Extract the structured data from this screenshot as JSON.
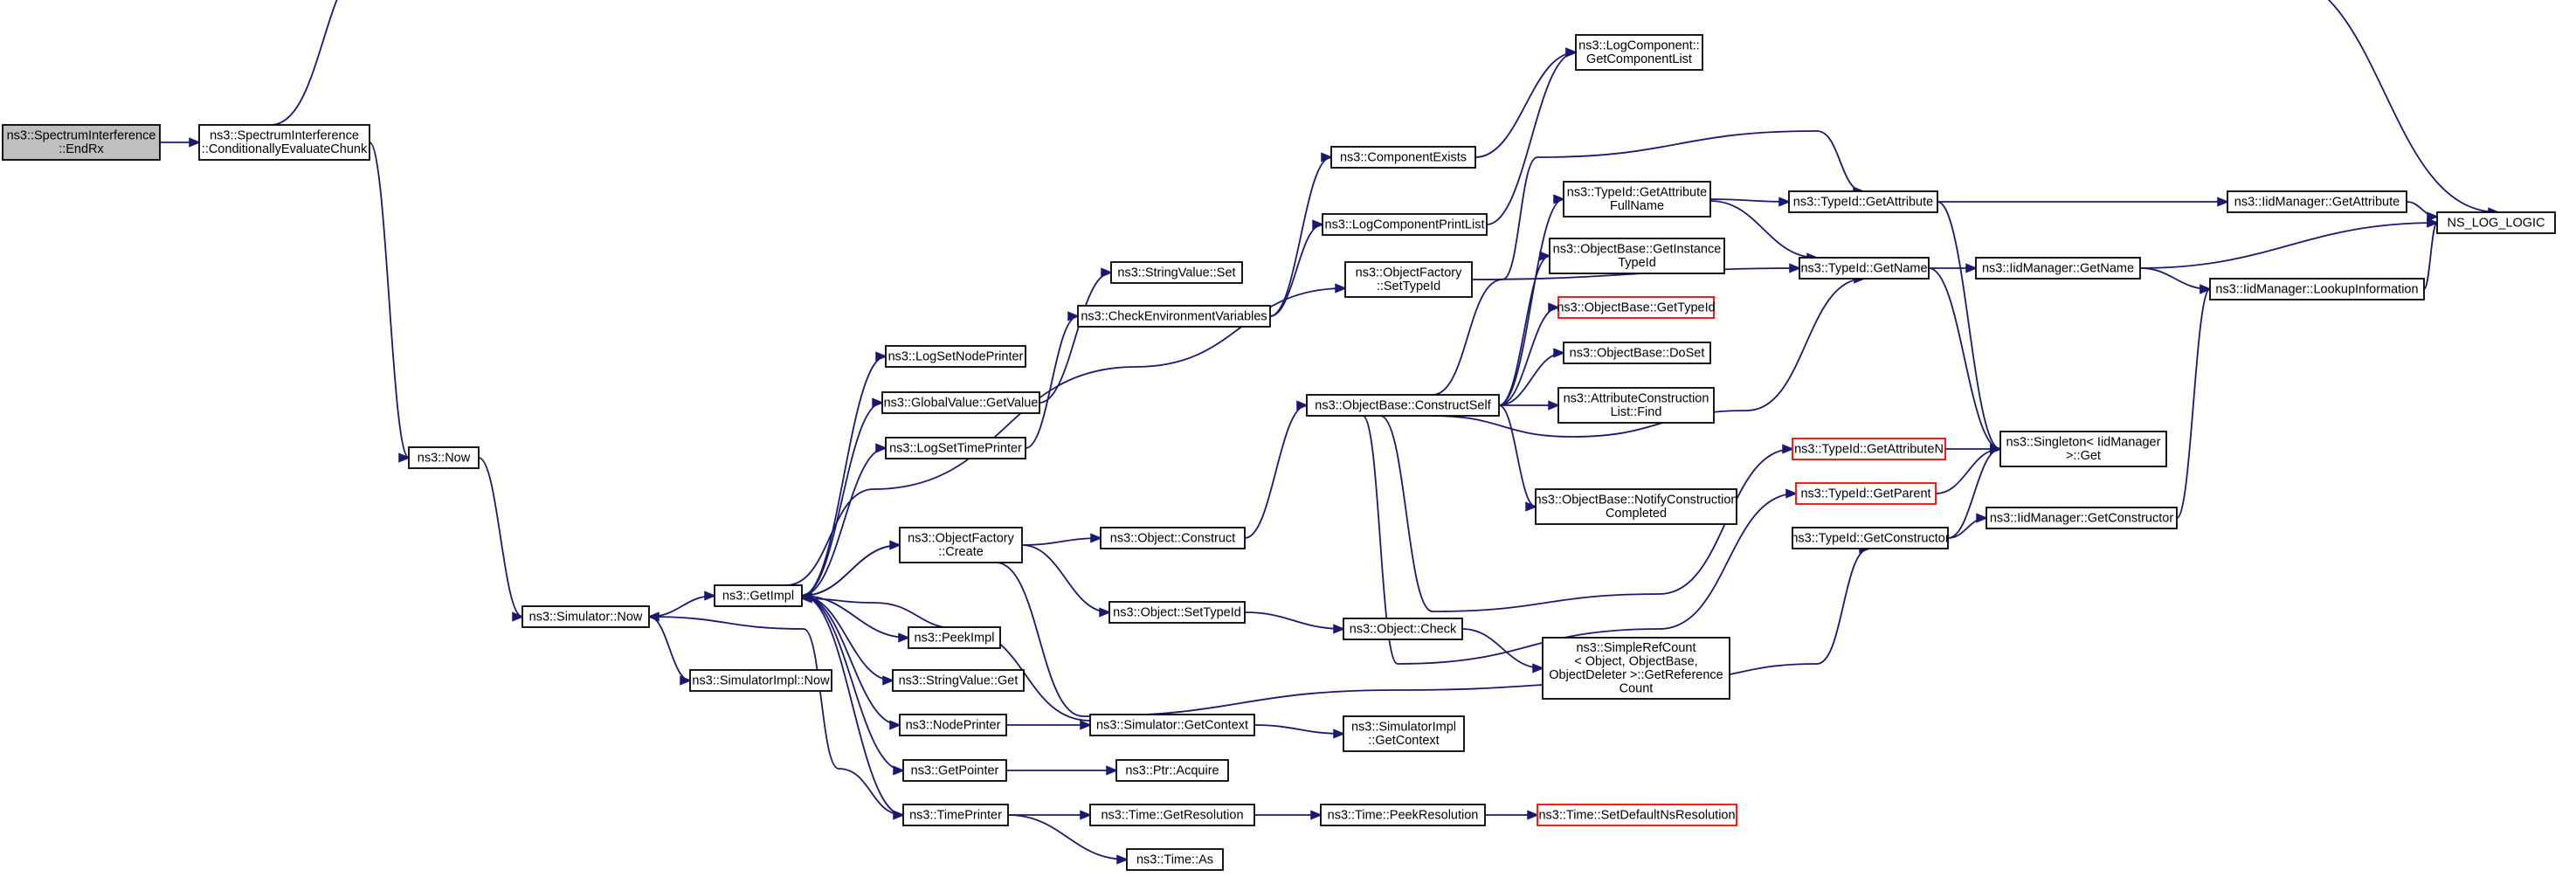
{
  "colors": {
    "root_fill": "#bfbfbf",
    "node_fill": "#ffffff",
    "node_border": "#000000",
    "truncated_border": "#ff0000",
    "edge": "#191970"
  },
  "nodes": [
    {
      "id": "endrx",
      "lines": [
        "ns3::SpectrumInterference",
        "::EndRx"
      ],
      "style": "root"
    },
    {
      "id": "cond",
      "lines": [
        "ns3::SpectrumInterference",
        "::ConditionallyEvaluateChunk"
      ],
      "style": "normal"
    },
    {
      "id": "now",
      "lines": [
        "ns3::Now"
      ],
      "style": "normal"
    },
    {
      "id": "simnow",
      "lines": [
        "ns3::Simulator::Now"
      ],
      "style": "normal"
    },
    {
      "id": "simimplnow",
      "lines": [
        "ns3::SimulatorImpl::Now"
      ],
      "style": "normal"
    },
    {
      "id": "getimpl",
      "lines": [
        "ns3::GetImpl"
      ],
      "style": "normal"
    },
    {
      "id": "logsetnodeprinter",
      "lines": [
        "ns3::LogSetNodePrinter"
      ],
      "style": "normal"
    },
    {
      "id": "globalvalue",
      "lines": [
        "ns3::GlobalValue::GetValue"
      ],
      "style": "normal"
    },
    {
      "id": "logsettimeprinter",
      "lines": [
        "ns3::LogSetTimePrinter"
      ],
      "style": "normal"
    },
    {
      "id": "objfactorycreate",
      "lines": [
        "ns3::ObjectFactory",
        "::Create"
      ],
      "style": "normal"
    },
    {
      "id": "peekimpl",
      "lines": [
        "ns3::PeekImpl"
      ],
      "style": "normal"
    },
    {
      "id": "stringvalueget",
      "lines": [
        "ns3::StringValue::Get"
      ],
      "style": "normal"
    },
    {
      "id": "nodeprinter",
      "lines": [
        "ns3::NodePrinter"
      ],
      "style": "normal"
    },
    {
      "id": "getpointer",
      "lines": [
        "ns3::GetPointer"
      ],
      "style": "normal"
    },
    {
      "id": "timeprinter",
      "lines": [
        "ns3::TimePrinter"
      ],
      "style": "normal"
    },
    {
      "id": "stringvalueset",
      "lines": [
        "ns3::StringValue::Set"
      ],
      "style": "normal"
    },
    {
      "id": "checkenv",
      "lines": [
        "ns3::CheckEnvironmentVariables"
      ],
      "style": "normal"
    },
    {
      "id": "objfactorysettypeid",
      "lines": [
        "ns3::ObjectFactory",
        "::SetTypeId"
      ],
      "style": "normal"
    },
    {
      "id": "objectconstruct",
      "lines": [
        "ns3::Object::Construct"
      ],
      "style": "normal"
    },
    {
      "id": "objectsettypeid",
      "lines": [
        "ns3::Object::SetTypeId"
      ],
      "style": "normal"
    },
    {
      "id": "simgetcontext",
      "lines": [
        "ns3::Simulator::GetContext"
      ],
      "style": "normal"
    },
    {
      "id": "ptracquire",
      "lines": [
        "ns3::Ptr::Acquire"
      ],
      "style": "normal"
    },
    {
      "id": "timegetres",
      "lines": [
        "ns3::Time::GetResolution"
      ],
      "style": "normal"
    },
    {
      "id": "timeas",
      "lines": [
        "ns3::Time::As"
      ],
      "style": "normal"
    },
    {
      "id": "componentexists",
      "lines": [
        "ns3::ComponentExists"
      ],
      "style": "normal"
    },
    {
      "id": "logcompprintlist",
      "lines": [
        "ns3::LogComponentPrintList"
      ],
      "style": "normal"
    },
    {
      "id": "logcompgetlist",
      "lines": [
        "ns3::LogComponent::",
        "GetComponentList"
      ],
      "style": "normal"
    },
    {
      "id": "constructself",
      "lines": [
        "ns3::ObjectBase::ConstructSelf"
      ],
      "style": "normal"
    },
    {
      "id": "objectcheck",
      "lines": [
        "ns3::Object::Check"
      ],
      "style": "normal"
    },
    {
      "id": "simimplgetcontext",
      "lines": [
        "ns3::SimulatorImpl",
        "::GetContext"
      ],
      "style": "normal"
    },
    {
      "id": "timepeekres",
      "lines": [
        "ns3::Time::PeekResolution"
      ],
      "style": "normal"
    },
    {
      "id": "typeidgetattrfull",
      "lines": [
        "ns3::TypeId::GetAttribute",
        "FullName"
      ],
      "style": "normal"
    },
    {
      "id": "objbasegetinstance",
      "lines": [
        "ns3::ObjectBase::GetInstance",
        "TypeId"
      ],
      "style": "normal"
    },
    {
      "id": "objbasegettypeid",
      "lines": [
        "ns3::ObjectBase::GetTypeId"
      ],
      "style": "truncated"
    },
    {
      "id": "objbasedoset",
      "lines": [
        "ns3::ObjectBase::DoSet"
      ],
      "style": "normal"
    },
    {
      "id": "attrconstrfind",
      "lines": [
        "ns3::AttributeConstruction",
        "List::Find"
      ],
      "style": "normal"
    },
    {
      "id": "objbasenotify",
      "lines": [
        "ns3::ObjectBase::NotifyConstruction",
        "Completed"
      ],
      "style": "normal"
    },
    {
      "id": "simplerefcount",
      "lines": [
        "ns3::SimpleRefCount",
        "< Object, ObjectBase,",
        "ObjectDeleter >::GetReference",
        "Count"
      ],
      "style": "normal"
    },
    {
      "id": "setdefaultns",
      "lines": [
        "ns3::Time::SetDefaultNsResolution"
      ],
      "style": "truncated"
    },
    {
      "id": "typeidgetattr",
      "lines": [
        "ns3::TypeId::GetAttribute"
      ],
      "style": "normal"
    },
    {
      "id": "typeidgetname",
      "lines": [
        "ns3::TypeId::GetName"
      ],
      "style": "normal"
    },
    {
      "id": "typeidgetattrn",
      "lines": [
        "ns3::TypeId::GetAttributeN"
      ],
      "style": "truncated"
    },
    {
      "id": "typeidgetparent",
      "lines": [
        "ns3::TypeId::GetParent"
      ],
      "style": "truncated"
    },
    {
      "id": "typeidgetconstructor",
      "lines": [
        "ns3::TypeId::GetConstructor"
      ],
      "style": "normal"
    },
    {
      "id": "singletonget",
      "lines": [
        "ns3::Singleton< IidManager",
        " >::Get"
      ],
      "style": "normal"
    },
    {
      "id": "iidgetattr",
      "lines": [
        "ns3::IidManager::GetAttribute"
      ],
      "style": "normal"
    },
    {
      "id": "iidgetname",
      "lines": [
        "ns3::IidManager::GetName"
      ],
      "style": "normal"
    },
    {
      "id": "iidlookup",
      "lines": [
        "ns3::IidManager::LookupInformation"
      ],
      "style": "normal"
    },
    {
      "id": "iidgetconstructor",
      "lines": [
        "ns3::IidManager::GetConstructor"
      ],
      "style": "normal"
    },
    {
      "id": "nslog",
      "lines": [
        "NS_LOG_LOGIC"
      ],
      "style": "normal"
    }
  ],
  "edges": [
    [
      "endrx",
      "cond"
    ],
    [
      "cond",
      "nslog"
    ],
    [
      "cond",
      "now"
    ],
    [
      "now",
      "simnow"
    ],
    [
      "simnow",
      "getimpl"
    ],
    [
      "simnow",
      "simimplnow"
    ],
    [
      "getimpl",
      "logsetnodeprinter"
    ],
    [
      "getimpl",
      "globalvalue"
    ],
    [
      "getimpl",
      "logsettimeprinter"
    ],
    [
      "getimpl",
      "objfactorysettypeid"
    ],
    [
      "getimpl",
      "objfactorycreate"
    ],
    [
      "getimpl",
      "peekimpl"
    ],
    [
      "getimpl",
      "stringvalueget"
    ],
    [
      "getimpl",
      "nodeprinter"
    ],
    [
      "getimpl",
      "getpointer"
    ],
    [
      "getimpl",
      "timeprinter"
    ],
    [
      "globalvalue",
      "stringvalueset"
    ],
    [
      "logsettimeprinter",
      "checkenv"
    ],
    [
      "checkenv",
      "componentexists"
    ],
    [
      "checkenv",
      "logcompprintlist"
    ],
    [
      "componentexists",
      "logcompgetlist"
    ],
    [
      "logcompprintlist",
      "logcompgetlist"
    ],
    [
      "objfactorysettypeid",
      "typeidgetname"
    ],
    [
      "objfactorycreate",
      "getimpl"
    ],
    [
      "objfactorycreate",
      "objectconstruct"
    ],
    [
      "objfactorycreate",
      "objectsettypeid"
    ],
    [
      "objfactorycreate",
      "typeidgetconstructor"
    ],
    [
      "objectconstruct",
      "constructself"
    ],
    [
      "objectsettypeid",
      "objectcheck"
    ],
    [
      "objectcheck",
      "simplerefcount"
    ],
    [
      "nodeprinter",
      "simgetcontext"
    ],
    [
      "simgetcontext",
      "getimpl"
    ],
    [
      "simgetcontext",
      "simimplgetcontext"
    ],
    [
      "getpointer",
      "ptracquire"
    ],
    [
      "timeprinter",
      "simnow"
    ],
    [
      "timeprinter",
      "timegetres"
    ],
    [
      "timeprinter",
      "timeas"
    ],
    [
      "timegetres",
      "timepeekres"
    ],
    [
      "timepeekres",
      "setdefaultns"
    ],
    [
      "constructself",
      "typeidgetattrfull"
    ],
    [
      "constructself",
      "objbasegetinstance"
    ],
    [
      "constructself",
      "objbasegettypeid"
    ],
    [
      "constructself",
      "objbasedoset"
    ],
    [
      "constructself",
      "attrconstrfind"
    ],
    [
      "constructself",
      "objbasenotify"
    ],
    [
      "constructself",
      "typeidgetattr"
    ],
    [
      "constructself",
      "typeidgetname"
    ],
    [
      "constructself",
      "typeidgetattrn"
    ],
    [
      "constructself",
      "typeidgetparent"
    ],
    [
      "typeidgetattrfull",
      "typeidgetattr"
    ],
    [
      "typeidgetattrfull",
      "typeidgetname"
    ],
    [
      "typeidgetattr",
      "iidgetattr"
    ],
    [
      "typeidgetattr",
      "singletonget"
    ],
    [
      "iidgetattr",
      "nslog"
    ],
    [
      "typeidgetname",
      "iidgetname"
    ],
    [
      "typeidgetname",
      "singletonget"
    ],
    [
      "iidgetname",
      "nslog"
    ],
    [
      "iidgetname",
      "iidlookup"
    ],
    [
      "iidlookup",
      "nslog"
    ],
    [
      "typeidgetattrn",
      "singletonget"
    ],
    [
      "typeidgetparent",
      "singletonget"
    ],
    [
      "typeidgetconstructor",
      "singletonget"
    ],
    [
      "typeidgetconstructor",
      "iidgetconstructor"
    ],
    [
      "iidgetconstructor",
      "iidlookup"
    ]
  ]
}
